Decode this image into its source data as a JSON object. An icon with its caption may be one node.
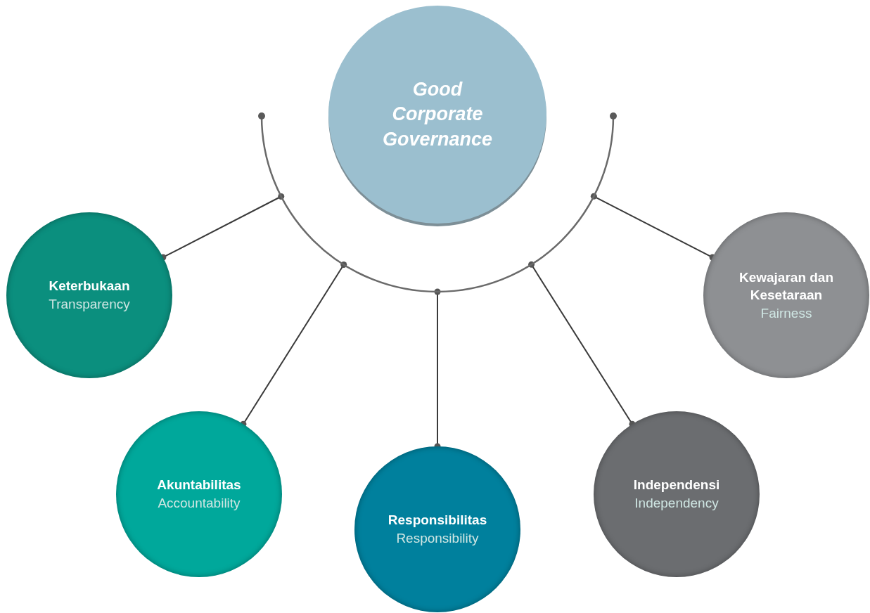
{
  "diagram": {
    "nodes": [
      {
        "text": [
          "Good Corporate Governance"
        ]
      },
      {
        "text": [],
        "shape": "arc"
      },
      {
        "text": [
          "Keterbukaan",
          "Transparency"
        ]
      },
      {
        "text": [
          "Akuntabilitas",
          "Accountability"
        ]
      },
      {
        "text": [
          "Responsibilitas",
          "Responsibility"
        ]
      },
      {
        "text": [
          "Independensi",
          "Independency"
        ]
      },
      {
        "text": [
          "Kewajaran dan Kesetaraan",
          "Fairness"
        ]
      }
    ],
    "edges": [
      {
        "from": 1,
        "to": 2,
        "arrow": "other"
      },
      {
        "from": 1,
        "to": 3,
        "arrow": "other"
      },
      {
        "from": 1,
        "to": 4,
        "arrow": "other"
      },
      {
        "from": 1,
        "to": 5,
        "arrow": "other"
      },
      {
        "from": 1,
        "to": 6,
        "arrow": "other"
      }
    ]
  }
}
